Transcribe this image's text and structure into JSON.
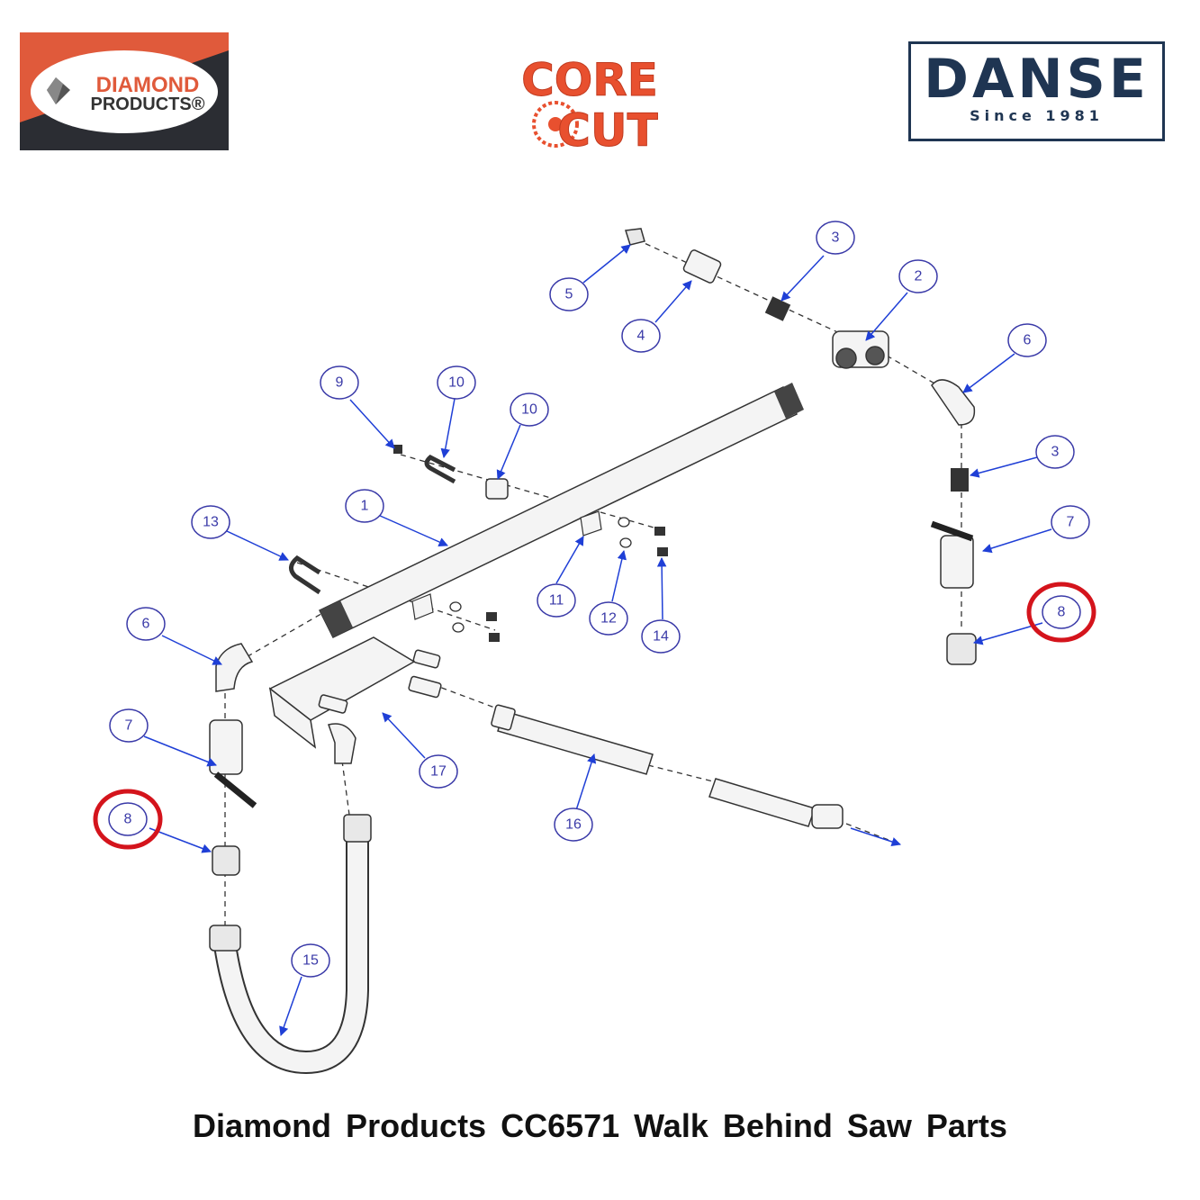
{
  "logos": {
    "diamond": {
      "line1": "DIAMOND",
      "line2": "PRODUCTS®",
      "bg_dark": "#2b2d33",
      "bg_accent": "#e05a3b"
    },
    "corecut": {
      "line1": "CORE",
      "line2": "CUT",
      "color": "#e8502f"
    },
    "danse": {
      "name": "DANSE",
      "tagline": "Since 1981",
      "color": "#1f3552"
    }
  },
  "callouts": [
    {
      "label": "1"
    },
    {
      "label": "2"
    },
    {
      "label": "3"
    },
    {
      "label": "3"
    },
    {
      "label": "4"
    },
    {
      "label": "5"
    },
    {
      "label": "6"
    },
    {
      "label": "6"
    },
    {
      "label": "7"
    },
    {
      "label": "7"
    },
    {
      "label": "8",
      "highlighted": true
    },
    {
      "label": "8",
      "highlighted": true
    },
    {
      "label": "9"
    },
    {
      "label": "10"
    },
    {
      "label": "10"
    },
    {
      "label": "11"
    },
    {
      "label": "12"
    },
    {
      "label": "13"
    },
    {
      "label": "14"
    },
    {
      "label": "15"
    },
    {
      "label": "16"
    },
    {
      "label": "17"
    }
  ],
  "colors": {
    "callout": "#3a3aa8",
    "arrow": "#1f3fd6",
    "highlight": "#d4141c",
    "line": "#333333"
  },
  "caption": "Diamond Products CC6571 Walk Behind Saw Parts"
}
